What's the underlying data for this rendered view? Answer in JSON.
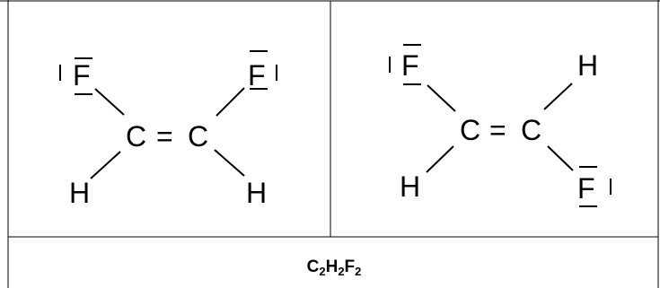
{
  "title": "",
  "molecules": [
    {
      "atoms": {
        "f_left": "F",
        "f_right": "F",
        "c_left": "C",
        "eq": "=",
        "c_right": "C",
        "h_left": "H",
        "h_right": "H"
      }
    },
    {
      "atoms": {
        "f_left": "F",
        "h_right": "H",
        "c_left": "C",
        "eq": "=",
        "c_right": "C",
        "h_left": "H",
        "f_right": "F"
      }
    }
  ],
  "formula": {
    "parts": [
      {
        "text": "C",
        "sub": "2"
      },
      {
        "text": "H",
        "sub": "2"
      },
      {
        "text": "F",
        "sub": "2"
      }
    ]
  }
}
